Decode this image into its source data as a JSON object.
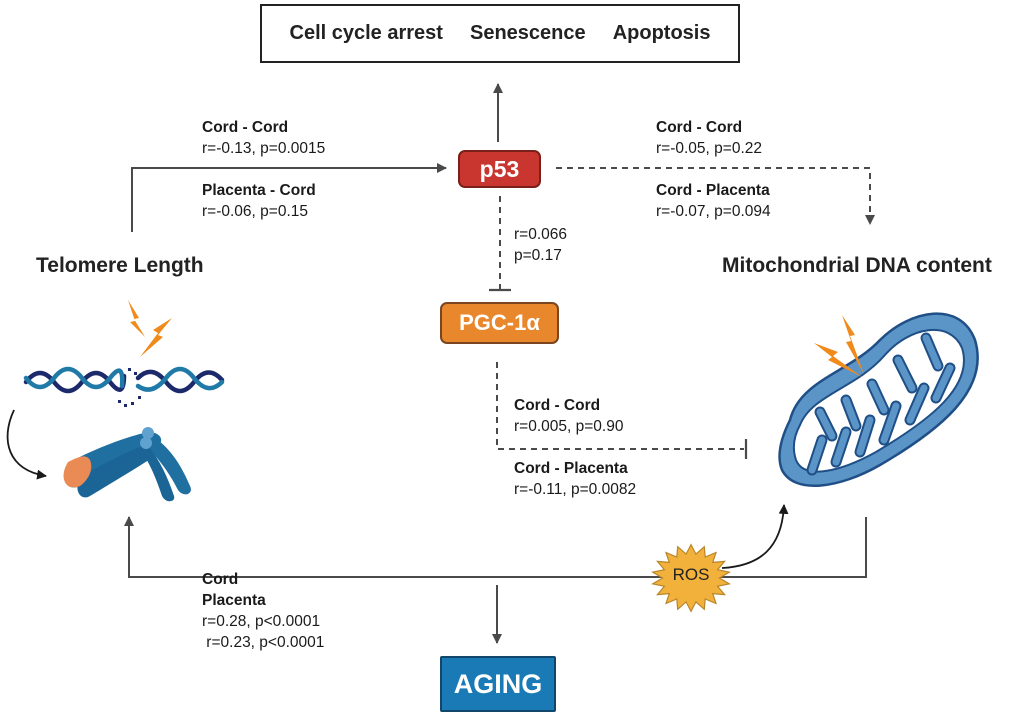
{
  "outcomes": {
    "items": [
      "Cell cycle arrest",
      "Senescence",
      "Apoptosis"
    ]
  },
  "nodes": {
    "p53": "p53",
    "pgc": "PGC-1α",
    "aging": "AGING",
    "ros": "ROS"
  },
  "headings": {
    "telomere": "Telomere Length",
    "mtdna": "Mitochondrial DNA content"
  },
  "edges": {
    "telomere_to_p53": {
      "type": "activation",
      "style": "solid",
      "groups": [
        {
          "label": "Cord - Cord",
          "stats": "r=-0.13, p=0.0015"
        },
        {
          "label": "Placenta - Cord",
          "stats": "r=-0.06, p=0.15"
        }
      ]
    },
    "p53_to_mtdna": {
      "type": "activation",
      "style": "dashed",
      "groups": [
        {
          "label": "Cord - Cord",
          "stats": "r=-0.05, p=0.22"
        },
        {
          "label": "Cord - Placenta",
          "stats": "r=-0.07, p=0.094"
        }
      ]
    },
    "p53_to_pgc": {
      "type": "inhibition",
      "style": "dashed",
      "r": "r=0.066",
      "p": "p=0.17"
    },
    "pgc_to_mtdna": {
      "type": "inhibition",
      "style": "dashed",
      "groups": [
        {
          "label": "Cord - Cord",
          "stats": "r=0.005, p=0.90"
        },
        {
          "label": "Cord - Placenta",
          "stats": "r=-0.11, p=0.0082"
        }
      ]
    },
    "mtdna_to_telomere": {
      "type": "activation",
      "style": "solid",
      "groups": [
        {
          "label": "Cord",
          "stats": " r=0.23, p<0.0001"
        },
        {
          "label": "Placenta",
          "stats": "r=0.28, p<0.0001"
        }
      ]
    },
    "p53_to_outcomes": {
      "type": "activation",
      "style": "solid"
    },
    "loop_to_aging": {
      "type": "activation",
      "style": "solid"
    }
  },
  "colors": {
    "p53": "#c8362f",
    "pgc": "#e8872b",
    "aging": "#1a7ab5",
    "ros": "#f2b13b",
    "lightning": "#ef8a1b",
    "dna_dark": "#1c2a6b",
    "dna_light": "#1f7aa8",
    "chromosome": "#1f6fa0",
    "telomere_cap": "#ea8a55",
    "mito": "#5b95c7",
    "line": "#4a4a4a"
  }
}
